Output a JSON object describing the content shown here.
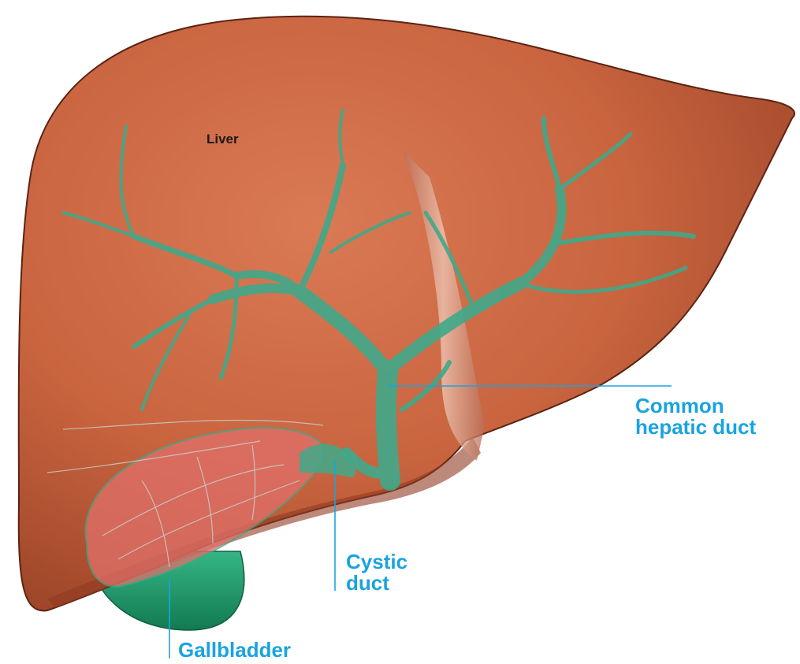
{
  "labels": {
    "liver": "Liver",
    "common_hepatic_duct": [
      "Common",
      "hepatic duct"
    ],
    "cystic_duct": [
      "Cystic",
      "duct"
    ],
    "gallbladder": "Gallbladder"
  },
  "colors": {
    "liver": "#c9643f",
    "liver_shadow": "#8f3a22",
    "liver_outline": "#5a2414",
    "duct": "#3fa98a",
    "gallbladder": "#1f9a6c",
    "gallbladder_fill_pink": "#e0706a",
    "leader_line": "#1aa3e0",
    "label_blue": "#1aa3e0",
    "label_dark": "#1a1a1a"
  }
}
